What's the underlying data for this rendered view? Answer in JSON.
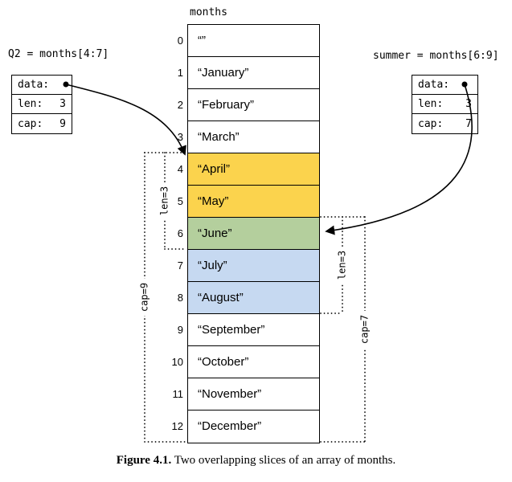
{
  "figure": {
    "array_title": "months",
    "caption_label": "Figure 4.1.",
    "caption_text": " Two overlapping slices of an array of months."
  },
  "slices": {
    "q2": {
      "title": "Q2 = months[4:7]",
      "fields": [
        {
          "label": "data:",
          "value": ""
        },
        {
          "label": "len:",
          "value": "3"
        },
        {
          "label": "cap:",
          "value": "9"
        }
      ]
    },
    "summer": {
      "title": "summer = months[6:9]",
      "fields": [
        {
          "label": "data:",
          "value": ""
        },
        {
          "label": "len:",
          "value": "3"
        },
        {
          "label": "cap:",
          "value": "7"
        }
      ]
    }
  },
  "array": {
    "cells": [
      {
        "index": "0",
        "label": "“”",
        "color": "#ffffff"
      },
      {
        "index": "1",
        "label": "“January”",
        "color": "#ffffff"
      },
      {
        "index": "2",
        "label": "“February”",
        "color": "#ffffff"
      },
      {
        "index": "3",
        "label": "“March”",
        "color": "#ffffff"
      },
      {
        "index": "4",
        "label": "“April”",
        "color": "#fbd34d"
      },
      {
        "index": "5",
        "label": "“May”",
        "color": "#fbd34d"
      },
      {
        "index": "6",
        "label": "“June”",
        "color": "#b4cf9d"
      },
      {
        "index": "7",
        "label": "“July”",
        "color": "#c6d9f1"
      },
      {
        "index": "8",
        "label": "“August”",
        "color": "#c6d9f1"
      },
      {
        "index": "9",
        "label": "“September”",
        "color": "#ffffff"
      },
      {
        "index": "10",
        "label": "“October”",
        "color": "#ffffff"
      },
      {
        "index": "11",
        "label": "“November”",
        "color": "#ffffff"
      },
      {
        "index": "12",
        "label": "“December”",
        "color": "#ffffff"
      }
    ]
  },
  "brackets": {
    "q2_len": "len=3",
    "q2_cap": "cap=9",
    "summer_len": "len=3",
    "summer_cap": "cap=7"
  },
  "colors": {
    "highlight_yellow": "#fbd34d",
    "highlight_green": "#b4cf9d",
    "highlight_blue": "#c6d9f1",
    "line": "#000000"
  }
}
